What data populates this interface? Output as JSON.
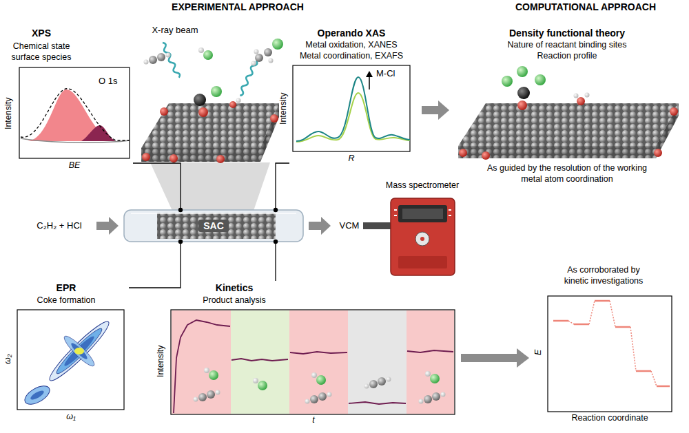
{
  "diagram": {
    "nodes": [
      {
        "text": [
          "XPS",
          "Chemical state surface species",
          "O 1s"
        ]
      },
      {
        "text": [
          "Operando XAS",
          "Metal oxidation, XANES",
          "Metal coordination, EXAFS",
          "M-Cl"
        ]
      },
      {
        "text": [
          "SAC"
        ]
      },
      {
        "text": [
          "Mass spectrometer"
        ]
      },
      {
        "text": [
          "EPR",
          "Coke formation"
        ]
      },
      {
        "text": [
          "Kinetics",
          "Product analysis"
        ]
      },
      {
        "text": [
          "As corroborated by kinetic investigations"
        ]
      }
    ],
    "edges": [
      {
        "from": 0,
        "to": 2,
        "arrow": "none"
      },
      {
        "from": 1,
        "to": 2,
        "arrow": "none"
      },
      {
        "from": 4,
        "to": 2,
        "arrow": "none"
      },
      {
        "from": 5,
        "to": 2,
        "arrow": "none"
      },
      {
        "from": 5,
        "to": 6,
        "arrow": "to"
      }
    ],
    "labels": [
      "EXPERIMENTAL APPROACH",
      "COMPUTATIONAL APPROACH",
      "X-ray beam",
      "Intensity",
      "BE",
      "Intensity",
      "R",
      "Density functional theory",
      "Nature of reactant binding sites",
      "Reaction profile",
      "As guided by the resolution of the working metal atom coordination",
      "C₂H₂ + HCl",
      "VCM",
      "ω₂",
      "ω₁",
      "Intensity",
      "t",
      "E",
      "Reaction coordinate"
    ]
  }
}
